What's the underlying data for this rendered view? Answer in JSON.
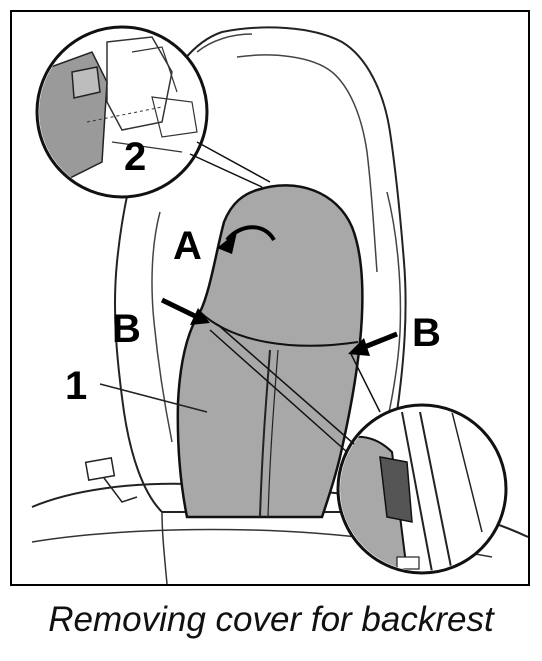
{
  "figure": {
    "callouts": {
      "part_1": "1",
      "part_2": "2",
      "step_a": "A",
      "step_b_left": "B",
      "step_b_right": "B"
    }
  },
  "caption": "Removing cover for backrest"
}
